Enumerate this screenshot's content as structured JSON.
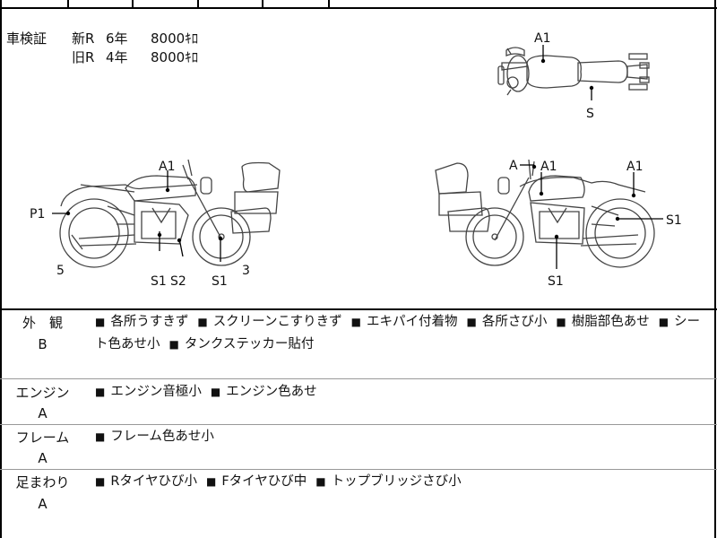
{
  "top_strip": {
    "partial_cells": [
      "",
      "",
      "",
      "",
      "",
      ""
    ]
  },
  "inspection": {
    "label": "車検証",
    "rows": [
      {
        "type": "新R",
        "years": "6年",
        "distance": "8000ｷﾛ"
      },
      {
        "type": "旧R",
        "years": "4年",
        "distance": "8000ｷﾛ"
      }
    ]
  },
  "diagram_labels": {
    "top_view": [
      "A1",
      "S"
    ],
    "left_view": [
      "A1",
      "P1",
      "5",
      "S1",
      "S2",
      "S1",
      "3"
    ],
    "right_view": [
      "A",
      "A1",
      "A1",
      "S1",
      "S1"
    ]
  },
  "sections": [
    {
      "title": "外　観",
      "grade": "B",
      "items": [
        "各所うすきず",
        "スクリーンこすりきず",
        "エキパイ付着物",
        "各所さび小",
        "樹脂部色あせ",
        "シート色あせ小",
        "タンクステッカー貼付"
      ]
    },
    {
      "title": "エンジン",
      "grade": "A",
      "items": [
        "エンジン音極小",
        "エンジン色あせ"
      ]
    },
    {
      "title": "フレーム",
      "grade": "A",
      "items": [
        "フレーム色あせ小"
      ]
    },
    {
      "title": "足まわり",
      "grade": "A",
      "items": [
        "Rタイヤひび小",
        "Fタイヤひび中",
        "トップブリッジさび小"
      ]
    }
  ],
  "bullet_symbol": "■"
}
